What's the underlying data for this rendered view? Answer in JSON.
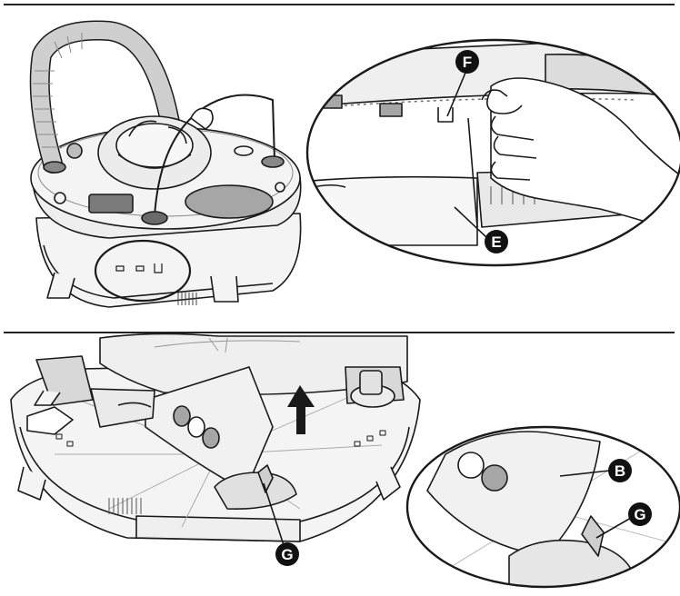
{
  "colors": {
    "line": "#1a1a1a",
    "rule": "#222222",
    "light_fill": "#f4f4f4",
    "mid_fill": "#e6e6e6",
    "gray_pad": "#a6a6a6",
    "dark_pad": "#7a7a7a",
    "spring": "#bcbcbc",
    "callout_dot": "#111111"
  },
  "callouts": {
    "top_detail": [
      "F",
      "E"
    ],
    "bottom_main": [
      "G"
    ],
    "bottom_detail": [
      "B",
      "G"
    ]
  },
  "icons": [
    "up-arrow-icon"
  ]
}
